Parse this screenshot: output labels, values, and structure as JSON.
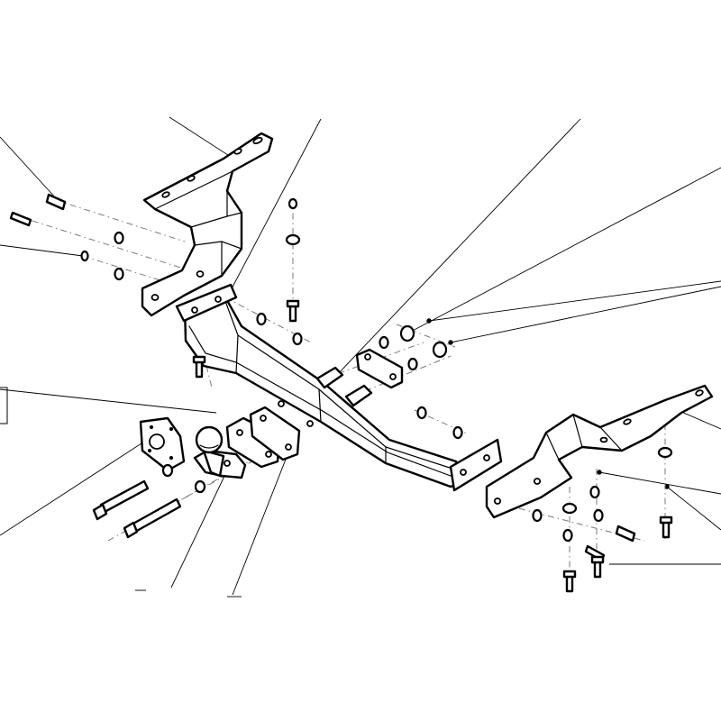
{
  "drawing": {
    "type": "exploded-assembly",
    "subject": "tow bar",
    "background": "#ffffff",
    "line_color": "#000000",
    "centerline_color": "#7a7a7a",
    "parts": [
      "crossbar",
      "left-bracket",
      "right-bracket",
      "tow-ball",
      "ball-mounting-plate",
      "electric-socket-plate",
      "spacer-plate",
      "clamp-plate",
      "sleeves",
      "bolts",
      "nuts",
      "washers"
    ]
  }
}
